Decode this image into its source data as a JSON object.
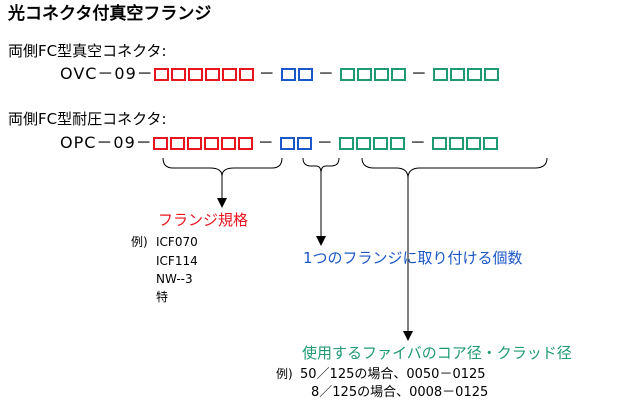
{
  "title": "光コネクタ付真空フランジ",
  "vacuum": {
    "label": "両側FC型真空コネクタ:",
    "prefix": "OVC－09－",
    "red_count": 6,
    "blue_count": 2,
    "green_count_a": 4,
    "green_count_b": 4,
    "dash": "－"
  },
  "pressure": {
    "label": "両側FC型耐圧コネクタ:",
    "prefix": "OPC－09－",
    "red_count": 6,
    "blue_count": 2,
    "green_count_a": 4,
    "green_count_b": 4,
    "dash": "－"
  },
  "flange": {
    "heading": "フランジ規格",
    "example_prefix": "例)",
    "items": [
      "ICF070",
      "ICF114",
      "NW--3",
      "特"
    ]
  },
  "count_note": "1つのフランジに取り付ける個数",
  "fiber": {
    "heading": "使用するファイバのコア径・クラッド径",
    "example_prefix": "例)",
    "lines": [
      "50／125の場合、0050－0125",
      "8／125の場合、0008－0125"
    ]
  },
  "colors": {
    "red": "#e8141e",
    "blue": "#1a57c8",
    "green": "#1f9a74"
  }
}
